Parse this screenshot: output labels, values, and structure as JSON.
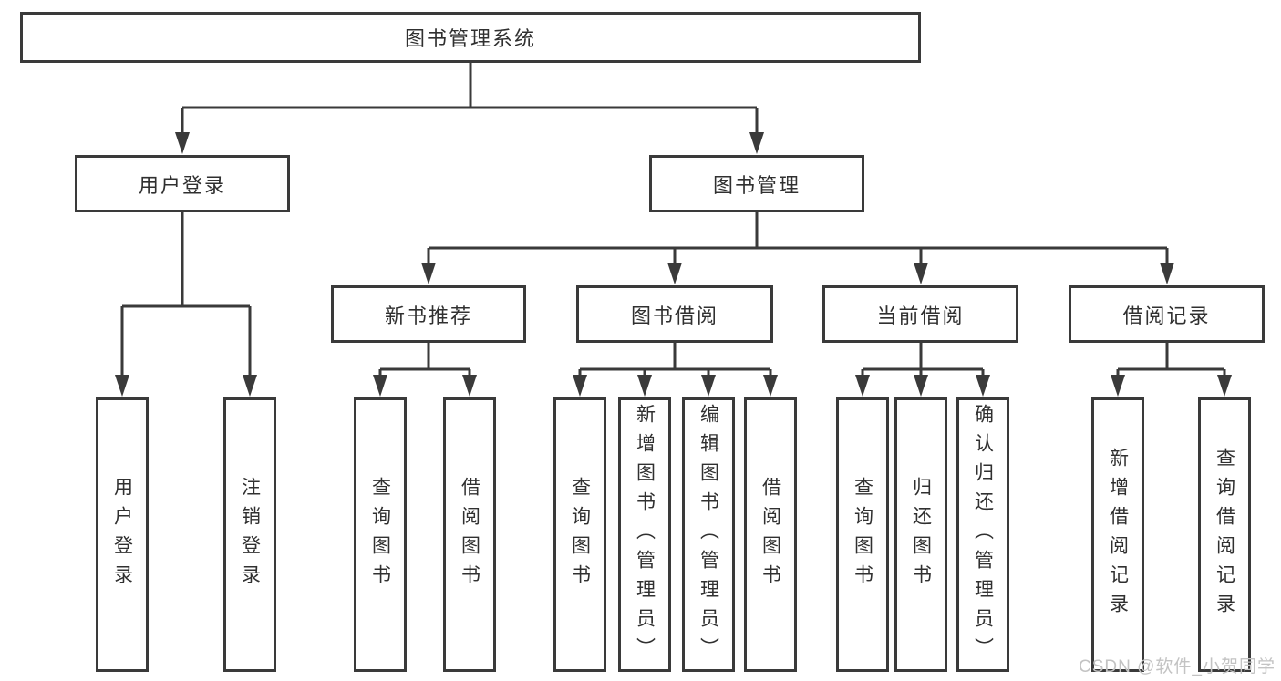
{
  "diagram": {
    "colors": {
      "line": "#3a3a3a",
      "box_border": "#3a3a3a",
      "text": "#303030",
      "watermark": "#c3c3c3",
      "background": "#ffffff"
    },
    "tree": {
      "root": "图书管理系统",
      "branches": [
        {
          "label": "用户登录",
          "children": [
            "用户登录",
            "注销登录"
          ]
        },
        {
          "label": "图书管理",
          "groups": [
            {
              "label": "新书推荐",
              "children": [
                "查询图书",
                "借阅图书"
              ]
            },
            {
              "label": "图书借阅",
              "children": [
                "查询图书",
                "新增图书（管理员）",
                "编辑图书（管理员）",
                "借阅图书"
              ]
            },
            {
              "label": "当前借阅",
              "children": [
                "查询图书",
                "归还图书",
                "确认归还（管理员）"
              ]
            },
            {
              "label": "借阅记录",
              "children": [
                "新增借阅记录",
                "查询借阅记录"
              ]
            }
          ]
        }
      ]
    }
  },
  "watermark": {
    "text": "CSDN @软件_小贺同学"
  }
}
